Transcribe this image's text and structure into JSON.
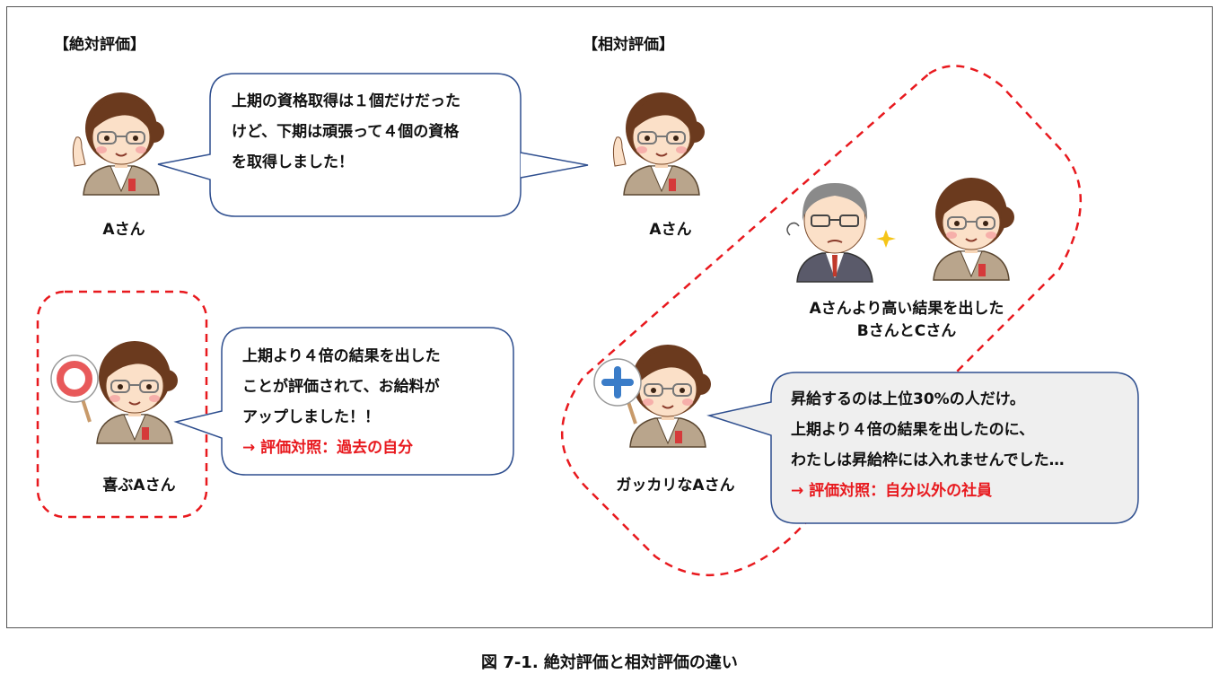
{
  "absolute": {
    "heading": "【絶対評価】",
    "top_person": "Aさん",
    "top_speech": [
      "上期の資格取得は１個だけだった",
      "けど、下期は頑張って４個の資格",
      "を取得しました！"
    ],
    "bottom_person": "喜ぶAさん",
    "bottom_speech": [
      "上期より４倍の結果を出した",
      "ことが評価されて、お給料が",
      "アップしました！！"
    ],
    "bottom_note": "→ 評価対照：過去の自分",
    "mark_icon": "circle-sign-icon"
  },
  "relative": {
    "heading": "【相対評価】",
    "top_person": "Aさん",
    "others_label": [
      "Aさんより高い結果を出した",
      "BさんとCさん"
    ],
    "bottom_person": "ガッカリなAさん",
    "bottom_speech": [
      "昇給するのは上位30%の人だけ。",
      "上期より４倍の結果を出したのに、",
      "わたしは昇給枠には入れませんでした…"
    ],
    "bottom_note": "→ 評価対照：自分以外の社員",
    "mark_icon": "cross-sign-icon"
  },
  "caption": "図 7-1. 絶対評価と相対評価の違い",
  "colors": {
    "highlight": "#e8191e",
    "bubble_border": "#2f4f8f",
    "bubble_fill_gray": "#efefef",
    "jacket": "#b9a58c",
    "hair": "#6b3a1e"
  }
}
